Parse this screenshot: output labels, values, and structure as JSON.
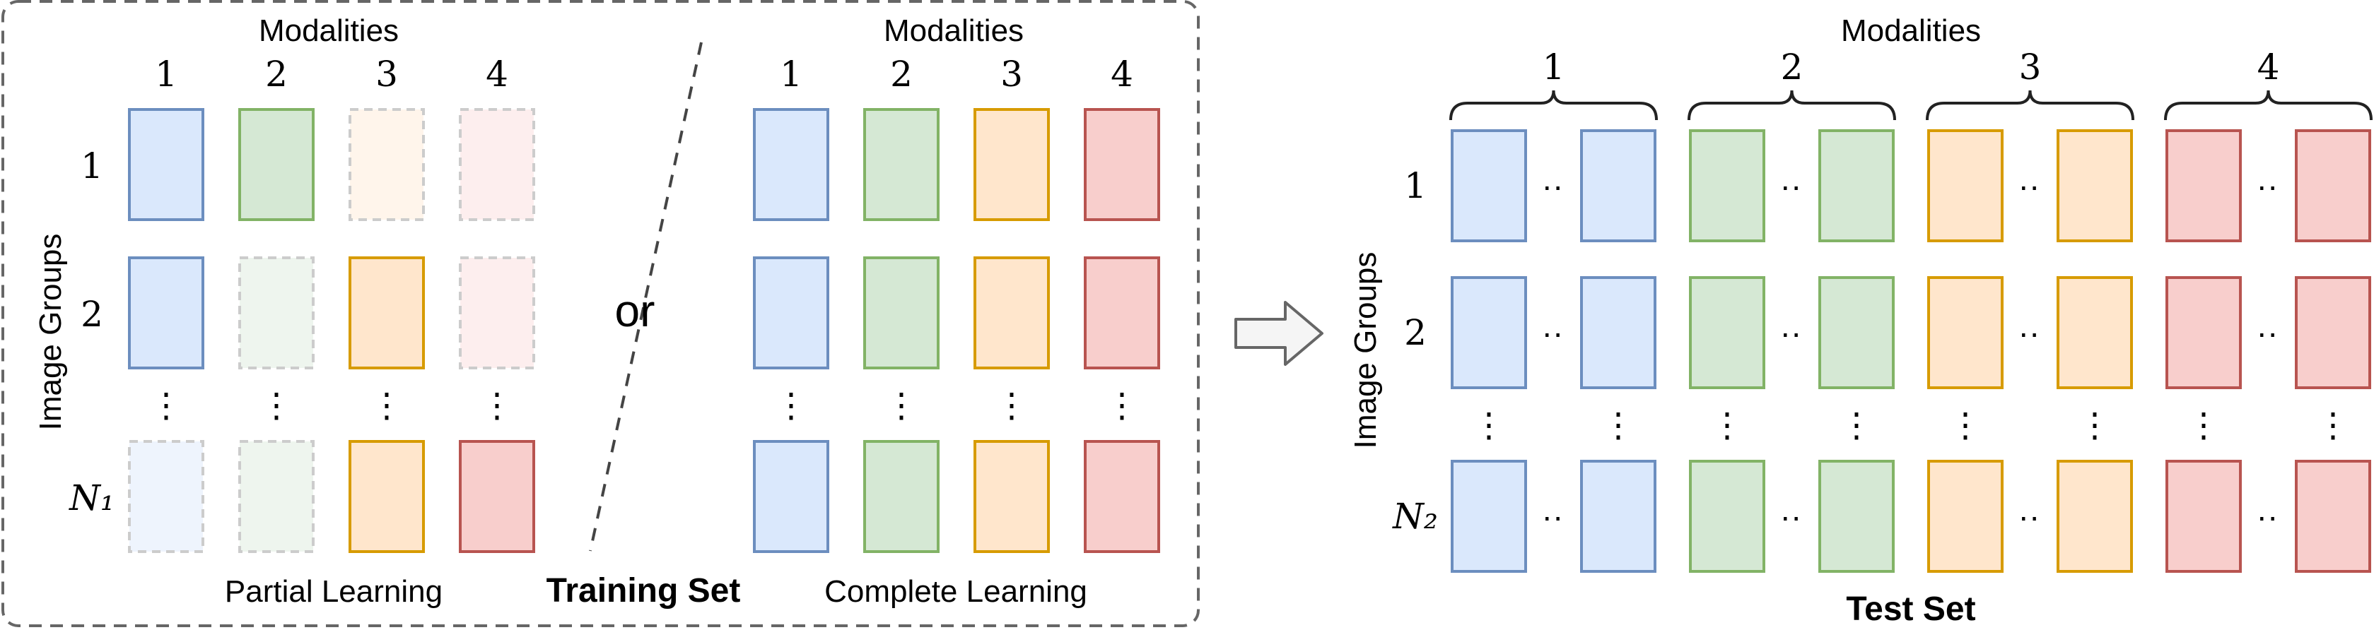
{
  "training": {
    "partial": {
      "header": "Modalities",
      "columns": [
        "1",
        "2",
        "3",
        "4"
      ],
      "rows": [
        "1",
        "2",
        "N₁"
      ],
      "caption": "Partial Learning",
      "availability": [
        [
          true,
          true,
          false,
          false
        ],
        [
          true,
          false,
          true,
          false
        ],
        [
          false,
          false,
          true,
          true
        ]
      ]
    },
    "separator": "or",
    "complete": {
      "header": "Modalities",
      "columns": [
        "1",
        "2",
        "3",
        "4"
      ],
      "caption": "Complete Learning"
    },
    "y_label": "Image Groups",
    "title": "Training Set",
    "vdots": "⋮"
  },
  "test": {
    "header": "Modalities",
    "columns": [
      "1",
      "2",
      "3",
      "4"
    ],
    "rows": [
      "1",
      "2",
      "N₂"
    ],
    "y_label": "Image Groups",
    "hdots": "··",
    "vdots": "⋮",
    "title": "Test Set"
  },
  "colors": {
    "fills": [
      "#dae8fc",
      "#d5e8d4",
      "#ffe6cc",
      "#f8cecc"
    ],
    "strokes": [
      "#6c8ebf",
      "#82b366",
      "#d79b00",
      "#b85450"
    ],
    "missing_fills": [
      "#eef4fd",
      "#eef5ee",
      "#fff5eb",
      "#fdeeee"
    ],
    "missing_stroke": "#cccccc",
    "frame": "#666666",
    "arrow_fill": "#f5f5f5",
    "arrow_stroke": "#666666"
  }
}
